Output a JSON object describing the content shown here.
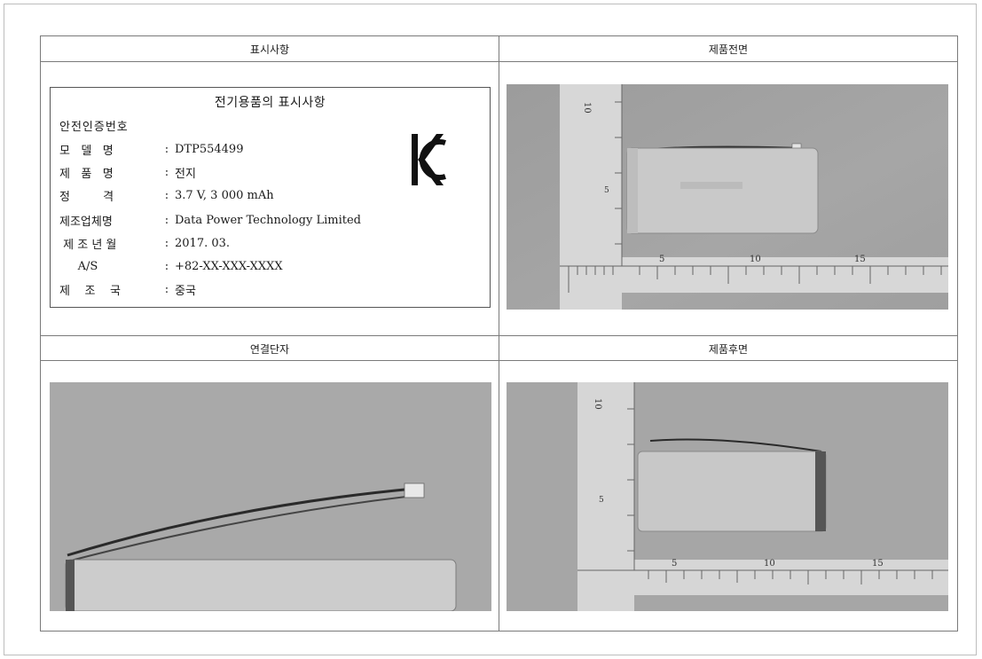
{
  "headers": {
    "label": "표시사항",
    "front": "제품전면",
    "connector": "연결단자",
    "back": "제품후면"
  },
  "label": {
    "title": "전기용품의 표시사항",
    "cert_number_label": "안전인증번호",
    "kc_mark": "KC",
    "rows": [
      {
        "key": "모   델   명",
        "value": "DTP554499"
      },
      {
        "key": "제   품   명",
        "value": "전지"
      },
      {
        "key": "정         격",
        "value": "3.7 V, 3 000 mAh"
      },
      {
        "key": "제조업체명",
        "value": "Data Power Technology Limited"
      },
      {
        "key": " 제 조 년 월",
        "value": "2017. 03."
      },
      {
        "key": "     A/S",
        "value": "+82-XX-XXX-XXXX"
      },
      {
        "key": "제    조    국",
        "value": "중국"
      }
    ]
  },
  "photos": {
    "front_ruler_ticks": [
      "10",
      "5",
      "5",
      "10",
      "15"
    ],
    "back_ruler_ticks": [
      "10",
      "5",
      "5",
      "10",
      "15"
    ]
  },
  "colors": {
    "border": "#7a7a7a",
    "photo_bg": "#a3a3a3",
    "battery": "#c9c9c9"
  }
}
